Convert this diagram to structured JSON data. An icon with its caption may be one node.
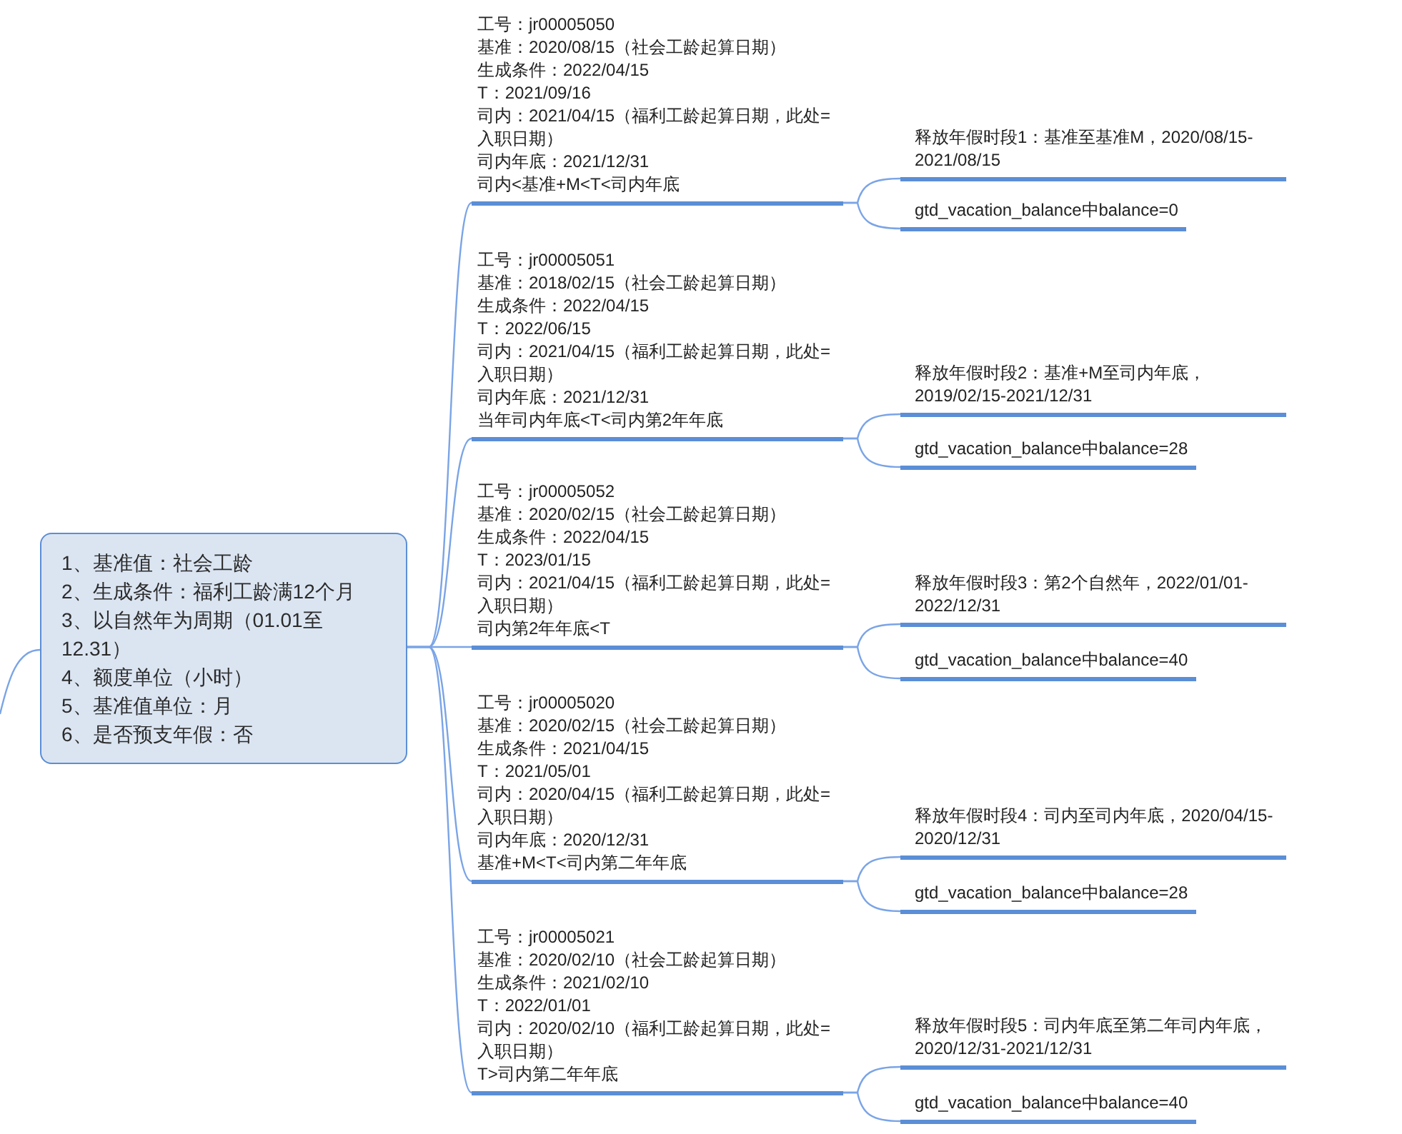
{
  "diagram": {
    "nodes": [
      {
        "text": [
          "1、基准值：社会工龄",
          "2、生成条件：福利工龄满12个月",
          "3、以自然年为周期（01.01至12.31）",
          "4、额度单位（小时）",
          "5、基准值单位：月",
          "6、是否预支年假：否"
        ]
      },
      {
        "text": [
          "工号：jr00005050",
          "基准：2020/08/15（社会工龄起算日期）",
          "生成条件：2022/04/15",
          "T：2021/09/16",
          "司内：2021/04/15（福利工龄起算日期，此处=入职日期）",
          "司内年底：2021/12/31",
          "司内<基准+M<T<司内年底"
        ]
      },
      {
        "text": [
          "释放年假时段1：基准至基准M，2020/08/15-2021/08/15"
        ]
      },
      {
        "text": [
          "gtd_vacation_balance中balance=0"
        ]
      },
      {
        "text": [
          "工号：jr00005051",
          "基准：2018/02/15（社会工龄起算日期）",
          "生成条件：2022/04/15",
          "T：2022/06/15",
          "司内：2021/04/15（福利工龄起算日期，此处=入职日期）",
          "司内年底：2021/12/31",
          "当年司内年底<T<司内第2年年底"
        ]
      },
      {
        "text": [
          "释放年假时段2：基准+M至司内年底，2019/02/15-2021/12/31"
        ]
      },
      {
        "text": [
          "gtd_vacation_balance中balance=28"
        ]
      },
      {
        "text": [
          "工号：jr00005052",
          "基准：2020/02/15（社会工龄起算日期）",
          "生成条件：2022/04/15",
          "T：2023/01/15",
          "司内：2021/04/15（福利工龄起算日期，此处=入职日期）",
          "司内第2年年底<T"
        ]
      },
      {
        "text": [
          "释放年假时段3：第2个自然年，2022/01/01-2022/12/31"
        ]
      },
      {
        "text": [
          "gtd_vacation_balance中balance=40"
        ]
      },
      {
        "text": [
          "工号：jr00005020",
          "基准：2020/02/15（社会工龄起算日期）",
          "生成条件：2021/04/15",
          "T：2021/05/01",
          "司内：2020/04/15（福利工龄起算日期，此处=入职日期）",
          "司内年底：2020/12/31",
          "基准+M<T<司内第二年年底"
        ]
      },
      {
        "text": [
          "释放年假时段4：司内至司内年底，2020/04/15-2020/12/31"
        ]
      },
      {
        "text": [
          "gtd_vacation_balance中balance=28"
        ]
      },
      {
        "text": [
          "工号：jr00005021",
          "基准：2020/02/10（社会工龄起算日期）",
          "生成条件：2021/02/10",
          "T：2022/01/01",
          "司内：2020/02/10（福利工龄起算日期，此处=入职日期）",
          "T>司内第二年年底"
        ]
      },
      {
        "text": [
          "释放年假时段5：司内年底至第二年司内年底，2020/12/31-2021/12/31"
        ]
      },
      {
        "text": [
          "gtd_vacation_balance中balance=40"
        ]
      }
    ],
    "edges": [
      {
        "from": null,
        "to": 0,
        "arrow": "none"
      },
      {
        "from": 0,
        "to": 1,
        "arrow": "none"
      },
      {
        "from": 1,
        "to": 2,
        "arrow": "none"
      },
      {
        "from": 1,
        "to": 3,
        "arrow": "none"
      },
      {
        "from": 0,
        "to": 4,
        "arrow": "none"
      },
      {
        "from": 4,
        "to": 5,
        "arrow": "none"
      },
      {
        "from": 4,
        "to": 6,
        "arrow": "none"
      },
      {
        "from": 0,
        "to": 7,
        "arrow": "none"
      },
      {
        "from": 7,
        "to": 8,
        "arrow": "none"
      },
      {
        "from": 7,
        "to": 9,
        "arrow": "none"
      },
      {
        "from": 0,
        "to": 10,
        "arrow": "none"
      },
      {
        "from": 10,
        "to": 11,
        "arrow": "none"
      },
      {
        "from": 10,
        "to": 12,
        "arrow": "none"
      },
      {
        "from": 0,
        "to": 13,
        "arrow": "none"
      },
      {
        "from": 13,
        "to": 14,
        "arrow": "none"
      },
      {
        "from": 13,
        "to": 15,
        "arrow": "none"
      }
    ]
  }
}
